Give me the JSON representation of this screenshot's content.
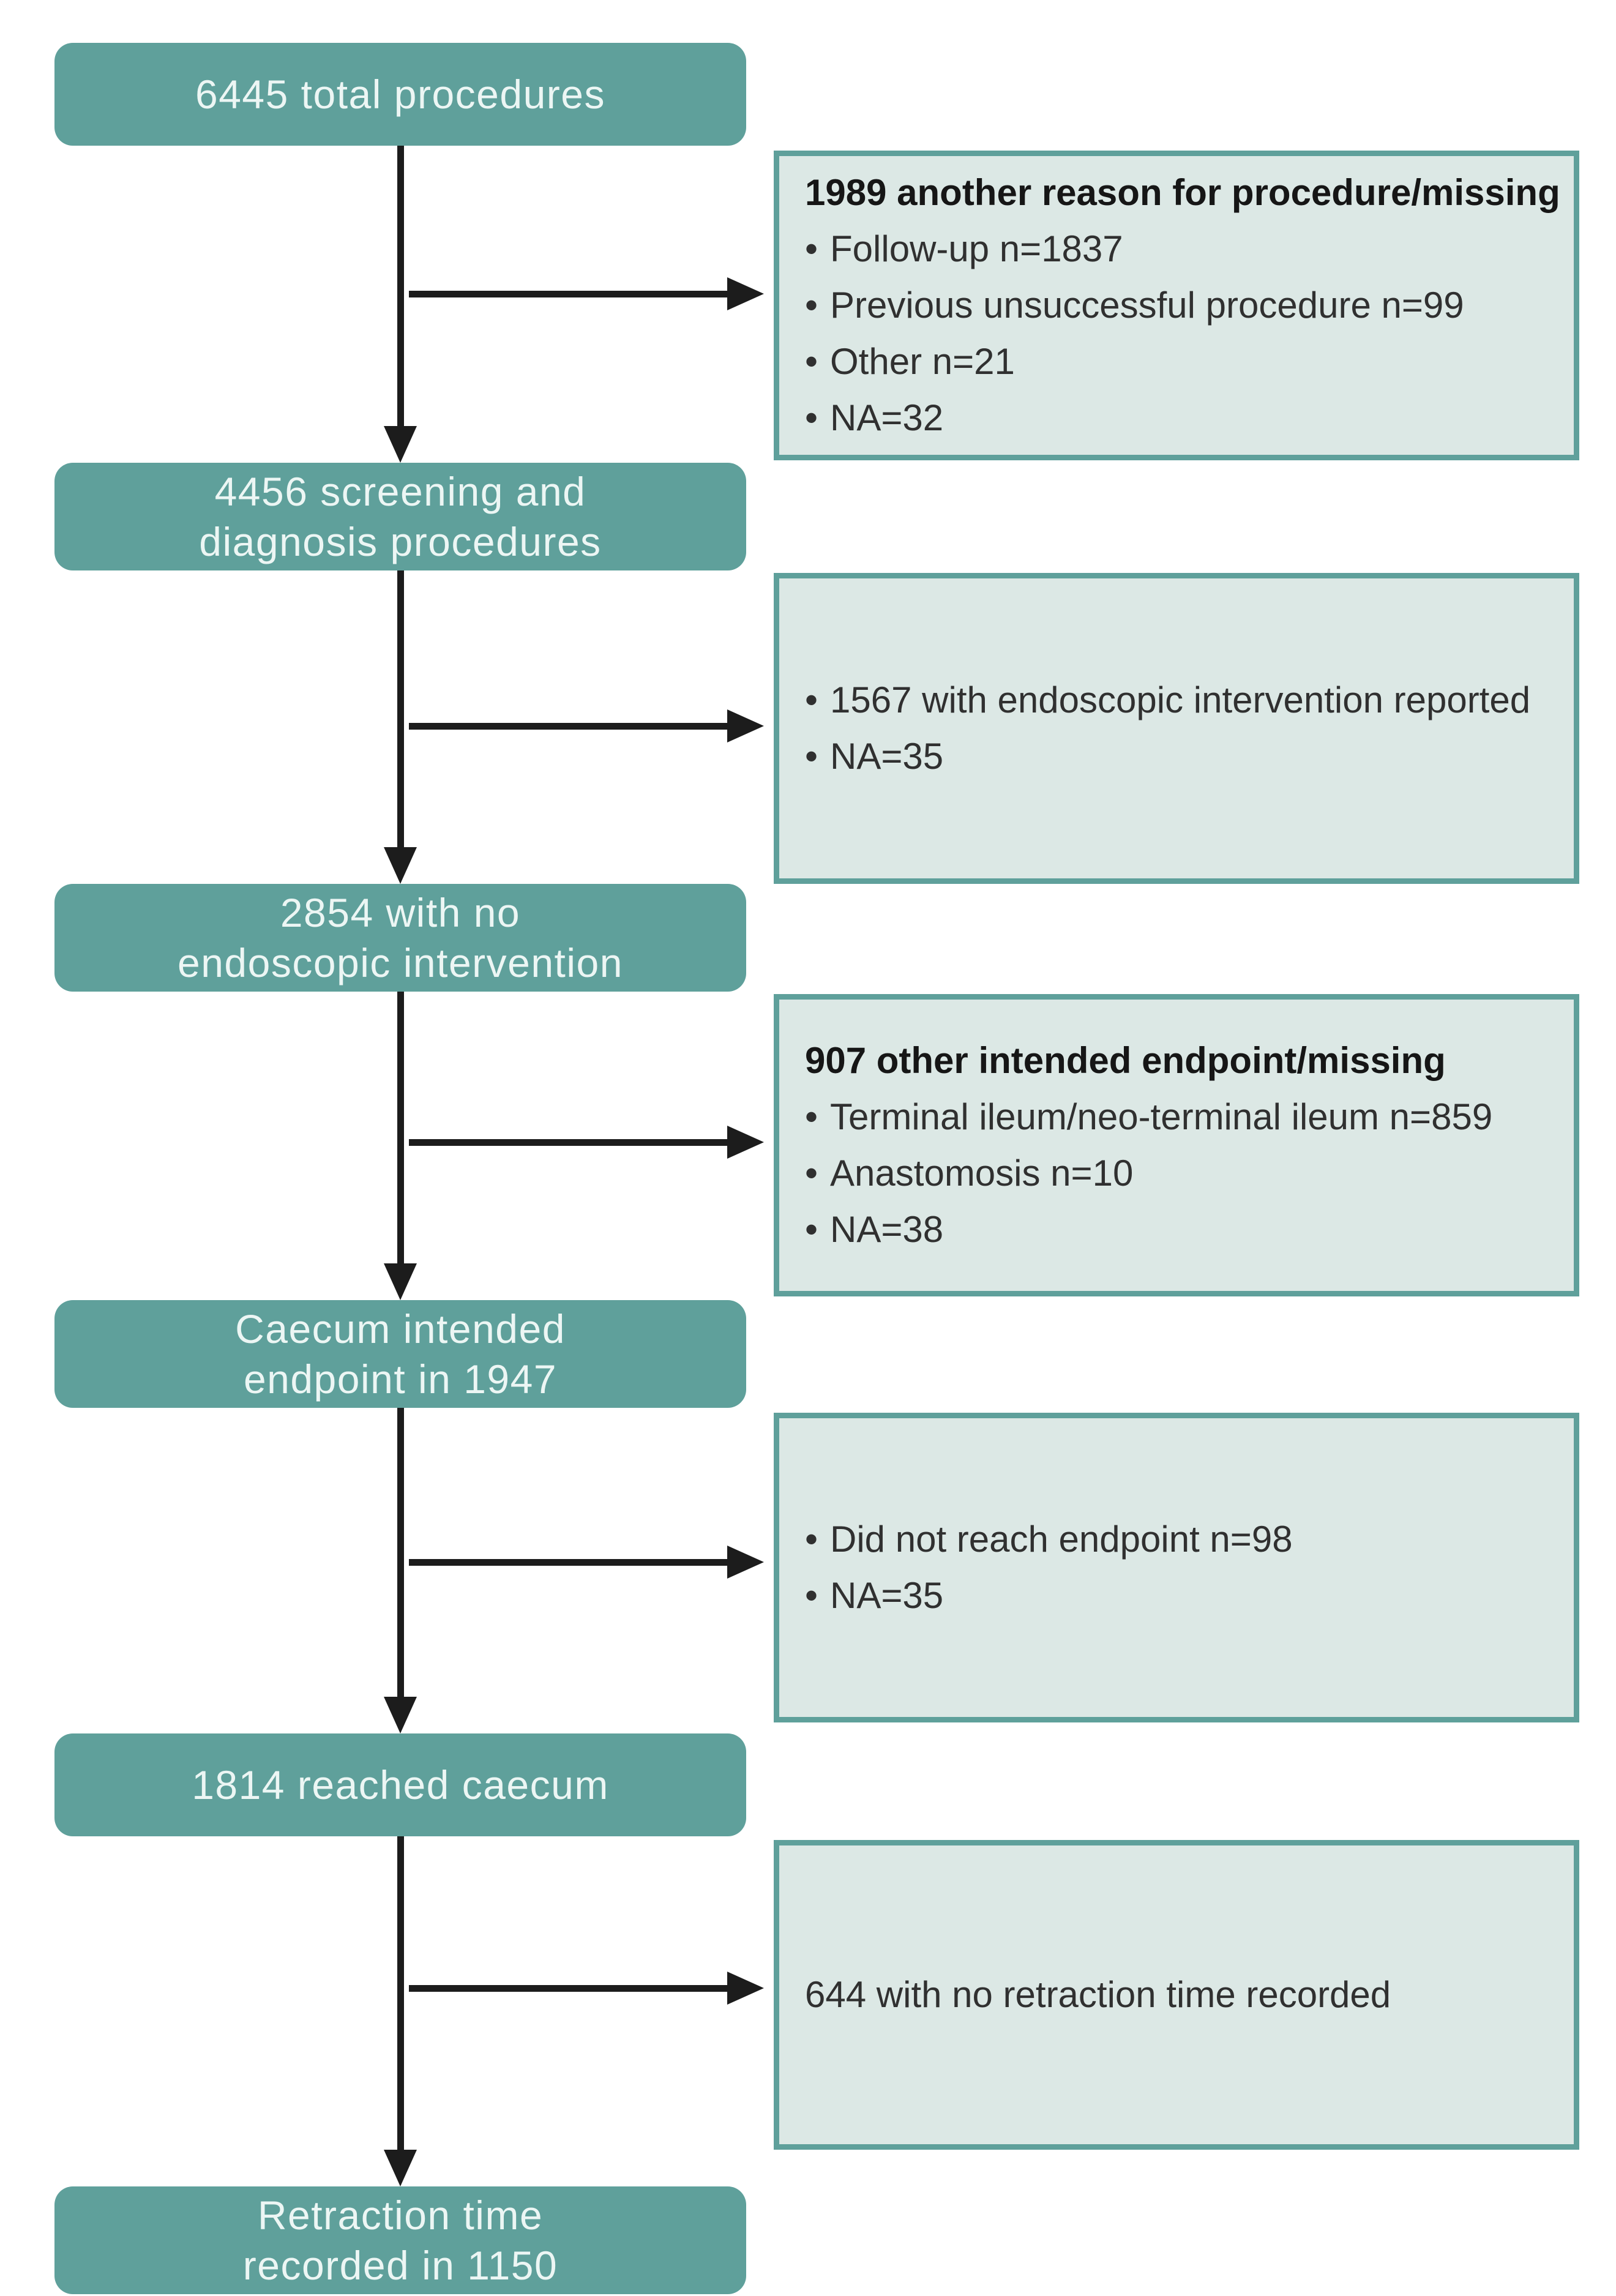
{
  "figure": {
    "type": "study-flow-diagram",
    "colors": {
      "main_box_fill": "#5fa09b",
      "main_box_text": "#ecf6f4",
      "note_fill": "#dce8e5",
      "note_border": "#5fa09b",
      "note_text": "#303030",
      "arrow": "#1c1c1c",
      "background": "#ffffff"
    }
  },
  "flow": {
    "main_boxes": [
      {
        "label": "6445 total procedures"
      },
      {
        "label": "4456 screening and\ndiagnosis procedures"
      },
      {
        "label": "2854 with no\nendoscopic intervention"
      },
      {
        "label": "Caecum intended\nendpoint in 1947"
      },
      {
        "label": "1814 reached caecum"
      },
      {
        "label": "Retraction time\nrecorded in 1150"
      }
    ],
    "exclusions": [
      {
        "header": "1989 another reason for procedure/missing",
        "items": [
          "Follow-up n=1837",
          "Previous unsuccessful procedure n=99",
          "Other n=21",
          "NA=32"
        ]
      },
      {
        "items": [
          "1567 with endoscopic intervention reported",
          "NA=35"
        ]
      },
      {
        "header": "907 other intended endpoint/missing",
        "items": [
          "Terminal ileum/neo-terminal ileum n=859",
          "Anastomosis n=10",
          "NA=38"
        ]
      },
      {
        "items": [
          "Did not reach endpoint n=98",
          "NA=35"
        ]
      },
      {
        "text": "644 with no retraction time recorded"
      }
    ]
  }
}
